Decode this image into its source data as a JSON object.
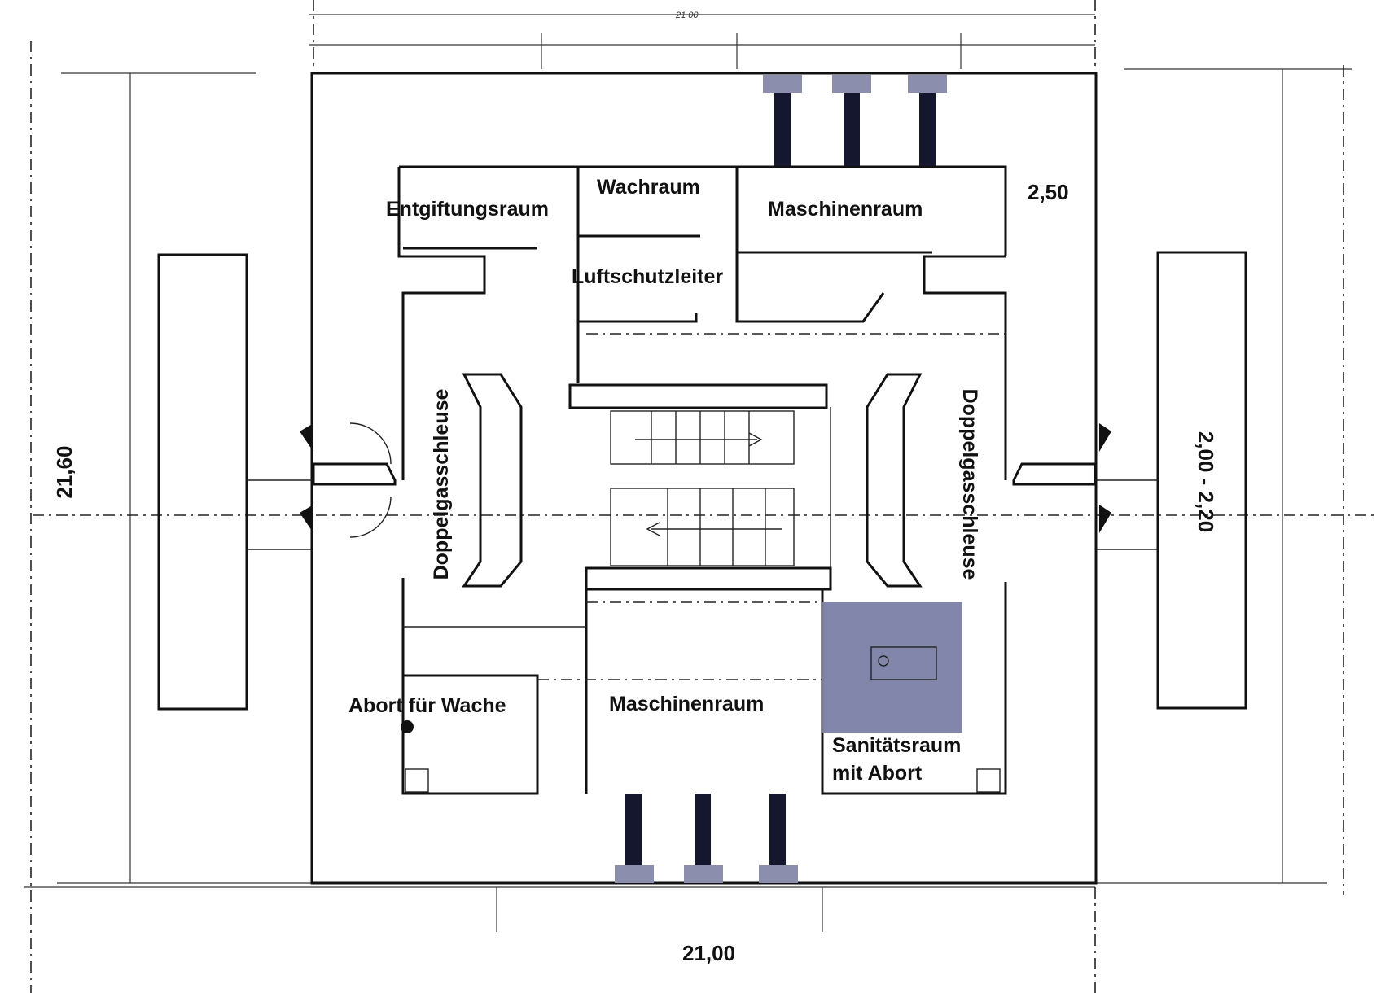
{
  "rooms": {
    "entgiftungsraum": "Entgiftungsraum",
    "wachraum": "Wachraum",
    "maschinenraum_top": "Maschinenraum",
    "luftschutzleiter": "Luftschutzleiter",
    "doppelgasschleuse_left": "Doppelgasschleuse",
    "doppelgasschleuse_right": "Doppelgasschleuse",
    "abort_fuer_wache": "Abort für Wache",
    "maschinenraum_bottom": "Maschinenraum",
    "sanitaetsraum_line1": "Sanitätsraum",
    "sanitaetsraum_line2": "mit Abort"
  },
  "dimensions": {
    "width_total": "21,00",
    "depth_total": "21,60",
    "wall_thickness_top": "2,50",
    "wall_thickness_side": "2,00 - 2,20",
    "top_total_small": "21 00"
  },
  "colors": {
    "highlight": "#7b7fa6",
    "vent_cap": "#8b8fad",
    "vent_shaft": "#15172e",
    "line": "#111111"
  }
}
